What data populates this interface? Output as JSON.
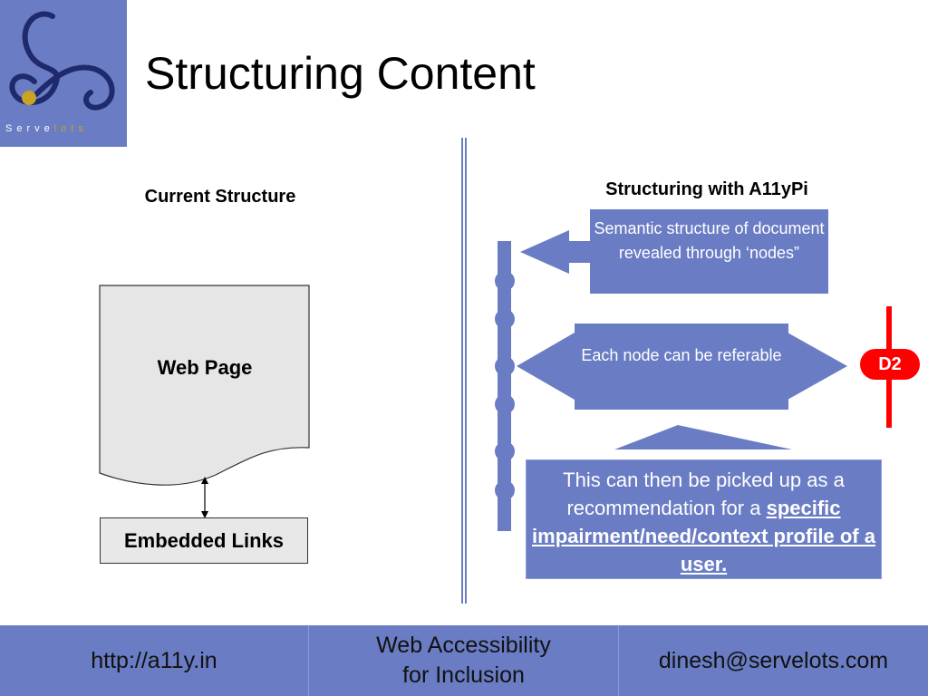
{
  "slide": {
    "title": "Structuring Content"
  },
  "logo": {
    "text_main": "Serve",
    "text_highlight": "lots"
  },
  "left": {
    "heading": "Current Structure",
    "webpage_label": "Web Page",
    "embedded_links_label": "Embedded Links"
  },
  "right": {
    "heading": "Structuring with A11yPi",
    "semantic_box": "Semantic structure of document revealed through ‘nodes”",
    "node_box": "Each node can be referable",
    "recommend_prefix": "This can then be picked up as a recommendation for a",
    "recommend_emphasis": "specific impairment/need/context profile of a user.",
    "badge": "D2"
  },
  "footer": {
    "url": "http://a11y.in",
    "title_line1": "Web Accessibility",
    "title_line2": "for Inclusion",
    "email": "dinesh@servelots.com"
  },
  "colors": {
    "accent_blue": "#6a7cc4",
    "red": "#ff0000",
    "gold": "#c9a227"
  }
}
